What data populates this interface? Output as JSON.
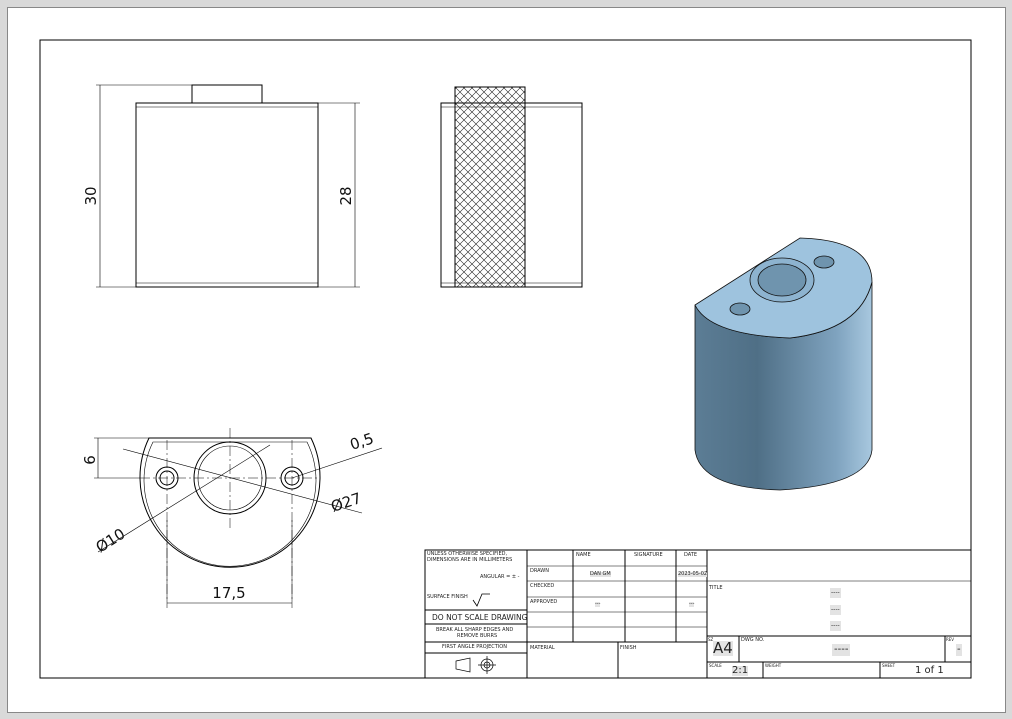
{
  "dimensions": {
    "front_height_overall": "30",
    "front_height_body": "28",
    "flat_offset": "6",
    "chamfer": "0,5",
    "outer_diameter": "Ø27",
    "bore_diameter": "Ø10",
    "hole_spacing": "17,5"
  },
  "colors": {
    "model_fill": "#7ea9c9",
    "model_dark": "#4e7390",
    "line": "#000000"
  },
  "title_block": {
    "notes": {
      "units_line1": "UNLESS OTHERWISE SPECIFIED,",
      "units_line2": "DIMENSIONS ARE IN MILLIMETERS",
      "angular": "ANGULAR = ± -",
      "surface_finish": "SURFACE FINISH",
      "do_not_scale": "DO NOT SCALE DRAWING",
      "break_edges_line1": "BREAK ALL SHARP EDGES AND",
      "break_edges_line2": "REMOVE BURRS",
      "projection": "FIRST ANGLE PROJECTION"
    },
    "headers": {
      "name": "NAME",
      "signature": "SIGNATURE",
      "date": "DATE"
    },
    "rows": [
      {
        "label": "DRAWN",
        "name": "DAN GM",
        "date": "2023-05-02"
      },
      {
        "label": "CHECKED",
        "name": "",
        "date": ""
      },
      {
        "label": "APPROVED",
        "name": "---",
        "date": "---"
      }
    ],
    "material_label": "MATERIAL",
    "finish_label": "FINISH",
    "title_label": "TITLE",
    "title_lines": [
      "----",
      "----",
      "----"
    ],
    "size_label": "SZ",
    "size": "A4",
    "dwg_no_label": "DWG NO.",
    "dwg_no": "----",
    "rev_label": "REV",
    "rev": "-",
    "scale_label": "SCALE",
    "scale": "2:1",
    "weight_label": "WEIGHT",
    "sheet_label": "SHEET",
    "sheet": "1 of 1"
  }
}
